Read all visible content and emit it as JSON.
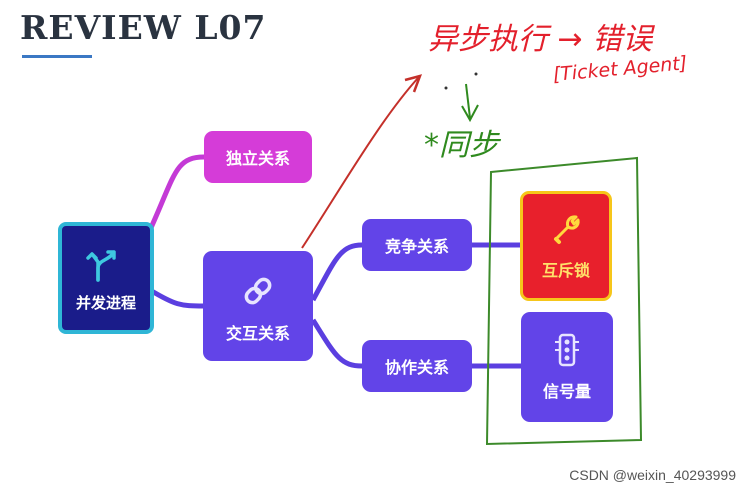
{
  "title": "REVIEW L07",
  "nodes": {
    "root": "并发进程",
    "independent": "独立关系",
    "interaction": "交互关系",
    "competition": "竞争关系",
    "cooperation": "协作关系",
    "mutex": "互斥锁",
    "semaphore": "信号量"
  },
  "annotations": {
    "async_error": "异步执行 → 错误",
    "ticket_agent": "[Ticket Agent]",
    "sync": "*同步"
  },
  "watermark": "CSDN @weixin_40293999",
  "colors": {
    "purple": "#6244e8",
    "magenta": "#d53cd8",
    "red": "#e8202c",
    "navy": "#1a1c8a",
    "ink_red": "#e3202c",
    "ink_green": "#2f8a1e"
  },
  "icons": [
    "fork-arrows-icon",
    "link-icon",
    "wrench-icon",
    "traffic-light-icon"
  ]
}
